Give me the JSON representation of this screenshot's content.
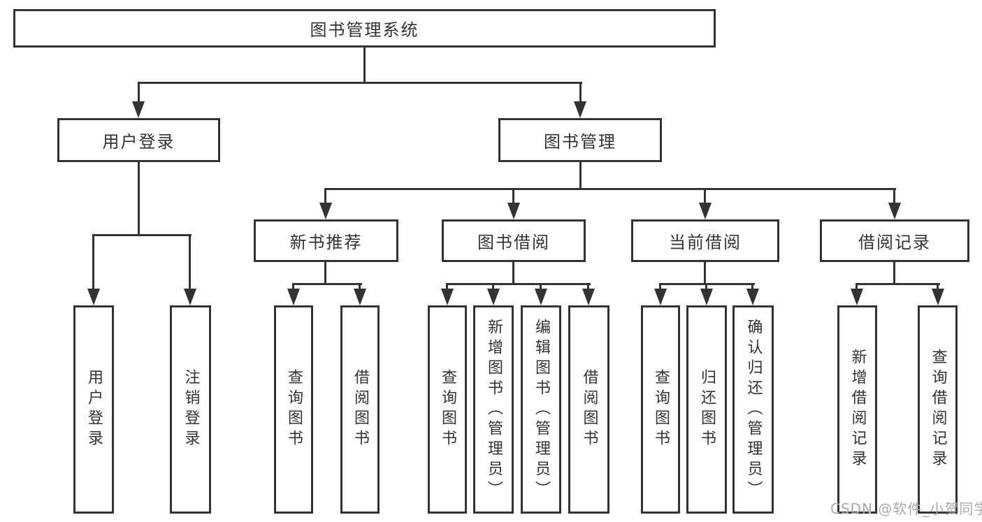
{
  "tree": {
    "label": "图书管理系统",
    "children": [
      {
        "label": "用户登录",
        "children": [
          {
            "label": "用户登录"
          },
          {
            "label": "注销登录"
          }
        ]
      },
      {
        "label": "图书管理",
        "children": [
          {
            "label": "新书推荐",
            "children": [
              {
                "label": "查询图书"
              },
              {
                "label": "借阅图书"
              }
            ]
          },
          {
            "label": "图书借阅",
            "children": [
              {
                "label": "查询图书"
              },
              {
                "label": "新增图书（管理员）"
              },
              {
                "label": "编辑图书（管理员）"
              },
              {
                "label": "借阅图书"
              }
            ]
          },
          {
            "label": "当前借阅",
            "children": [
              {
                "label": "查询图书"
              },
              {
                "label": "归还图书"
              },
              {
                "label": "确认归还（管理员）"
              }
            ]
          },
          {
            "label": "借阅记录",
            "children": [
              {
                "label": "新增借阅记录"
              },
              {
                "label": "查询借阅记录"
              }
            ]
          }
        ]
      }
    ]
  },
  "watermark": {
    "text": "CSDN @软件_小贺同学"
  },
  "colors": {
    "line": "#333333",
    "box_fill": "#ffffff",
    "text": "#333333",
    "watermark_text": "#ababab",
    "background": "#ffffff"
  }
}
